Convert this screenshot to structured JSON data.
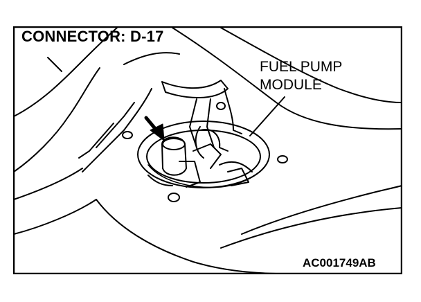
{
  "labels": {
    "connector": "CONNECTOR: D-17",
    "module_line1": "FUEL PUMP",
    "module_line2": "MODULE",
    "figure_code": "AC001749AB"
  },
  "colors": {
    "ink": "#000000",
    "background": "#ffffff"
  }
}
